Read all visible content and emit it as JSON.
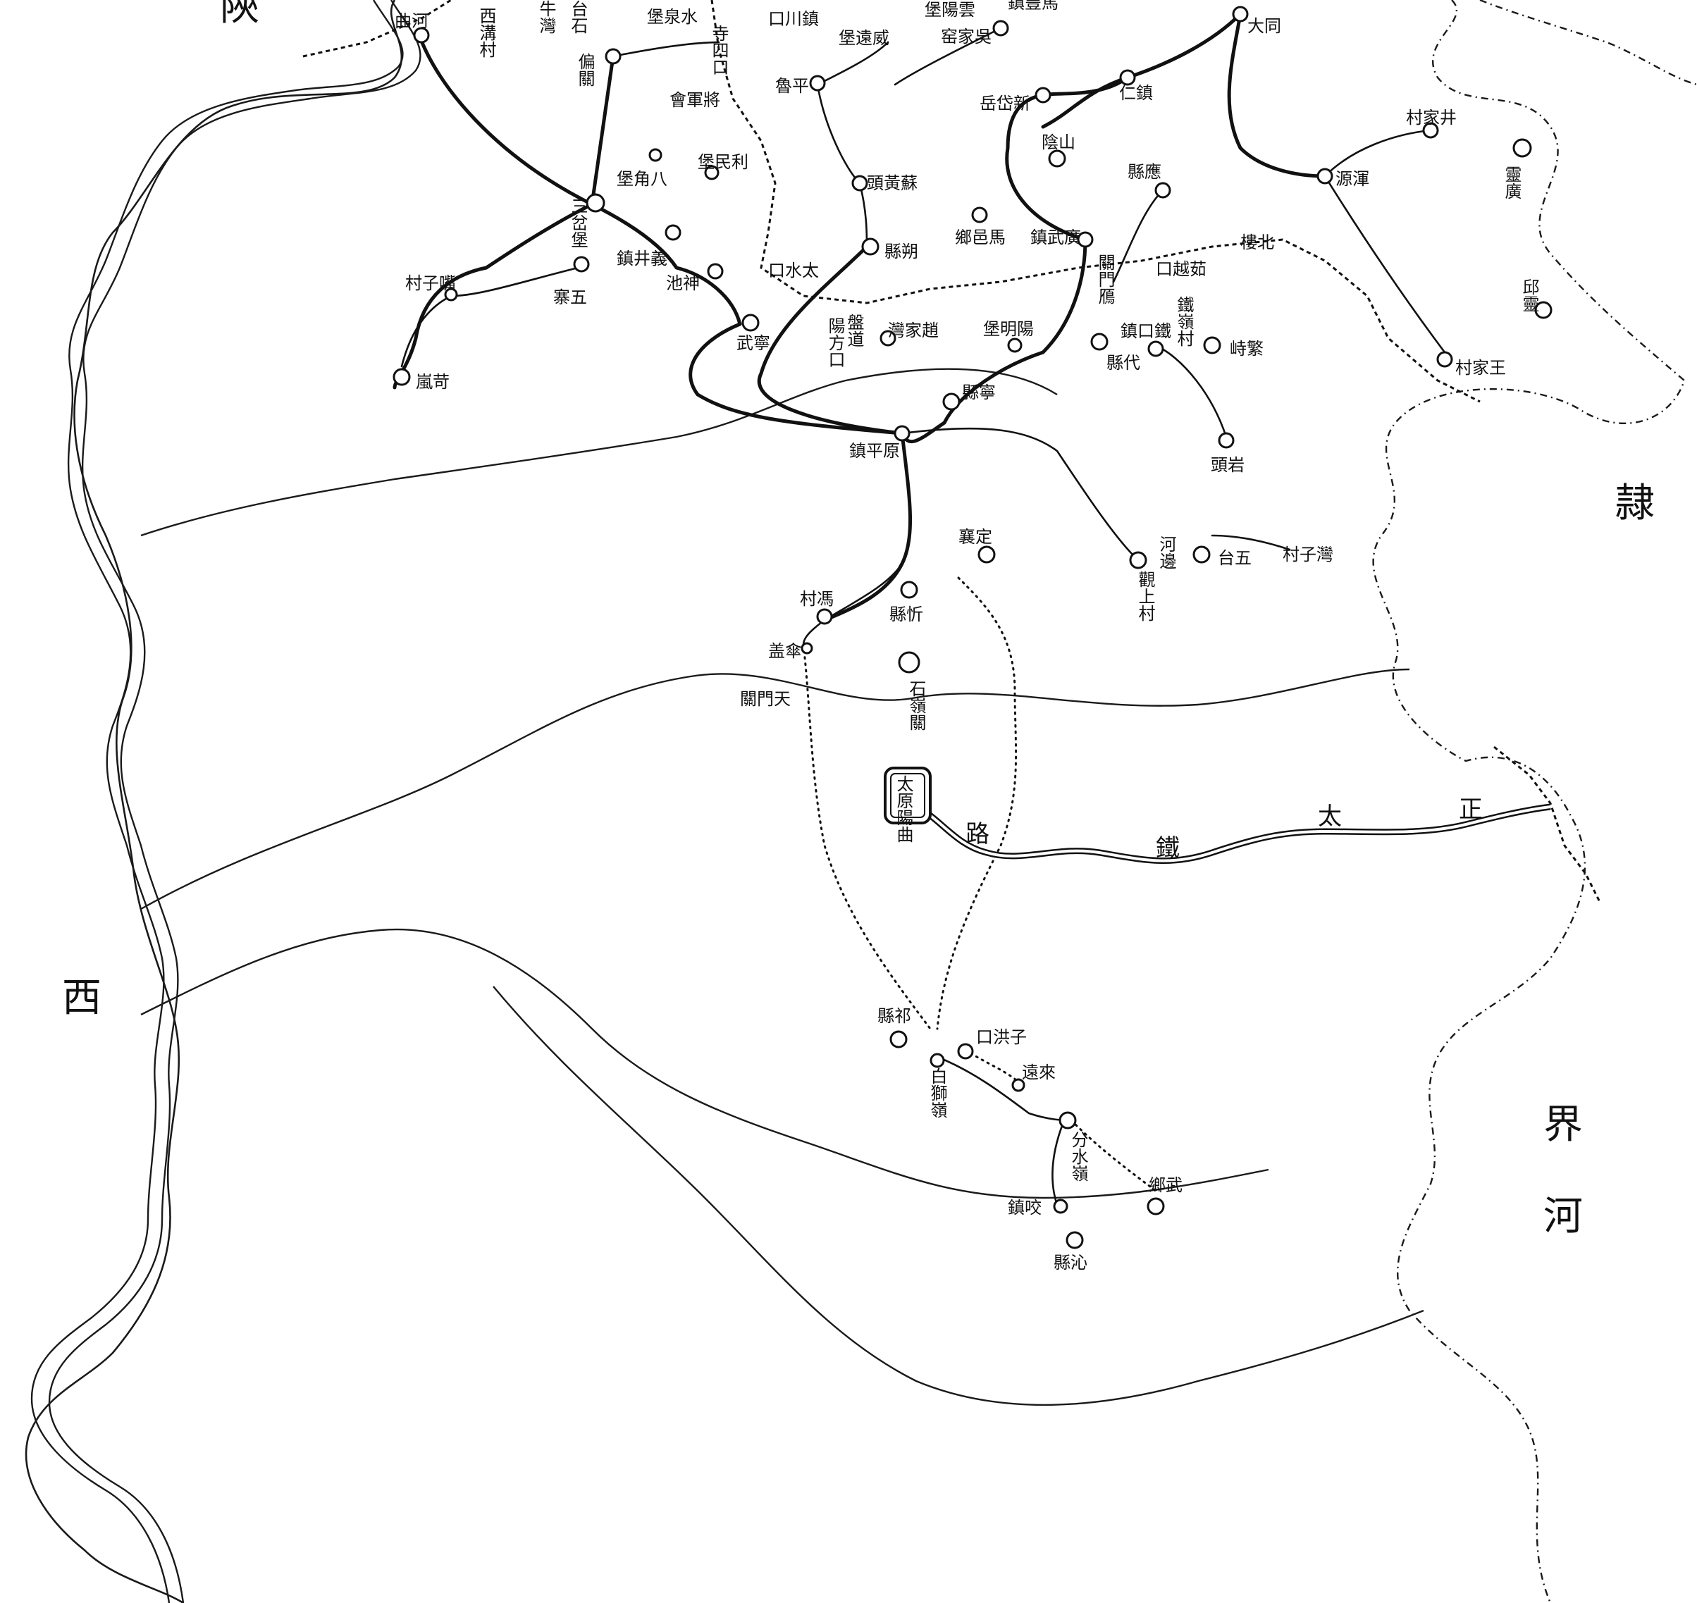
{
  "regions": {
    "west": "西",
    "top_left": "陝",
    "hebei_1": "隷",
    "hebei_2": "界",
    "hebei_3": "河"
  },
  "railway": {
    "chars": [
      "正",
      "太",
      "鐵",
      "路"
    ]
  },
  "places": {
    "datong": "大同",
    "hunyuan": "源渾",
    "yingxian": "縣應",
    "renzhen": "仁鎮",
    "daixinyue": "岳岱新",
    "yinshan": "陰山",
    "mayixiang": "鄉邑馬",
    "guangwu": "鎮武廣",
    "yanmenguan": "關門鴈",
    "ruyuekou": "口越茹",
    "beilou": "樓北",
    "fanshi": "峙繁",
    "tiekou": "鎮口鐵",
    "yanzhen": "鐵嶺村",
    "daixian": "縣代",
    "yangming": "堡明陽",
    "ningwu_xian": "縣寧",
    "yuanping": "鎮平原",
    "yantou": "頭岩",
    "wangjia": "村家王",
    "jingjia": "村家井",
    "guangling": "靈廣",
    "lingqiu": "邱靈",
    "hebian": "河邊",
    "guanshang": "觀上村",
    "wutai": "台五",
    "wanzi": "村子灣",
    "dingxiang": "襄定",
    "xinxian": "縣忻",
    "fengcun": "村馮",
    "gaiqiao": "盖傘",
    "tianmenguan": "關門天",
    "shilingguan": "石嶺關",
    "taiyuan": "太原陽曲",
    "qixian": "縣祁",
    "zihongkou": "口洪子",
    "lailai": "遠來",
    "baishiling": "白獅嶺",
    "fenshuiling": "分水嶺",
    "wuxiang": "鄉武",
    "jiaozhen": "鎮咬",
    "qinxian": "縣沁",
    "suohuangtou": "頭黃蘇",
    "shuoxian": "縣朔",
    "zhaojiawan": "灣家趙",
    "panpaodao": "盤道",
    "yangfang": "陽方口",
    "ningwu": "武寧",
    "shenchi": "池神",
    "taishuikou": "口水太",
    "yijing": "鎮井義",
    "limin": "堡民利",
    "bajiao": "堡角八",
    "sancha": "三岔堡",
    "wuzhai": "寨五",
    "zuizicun": "村子嘴",
    "lanxian": "嵐苛",
    "hequ": "曲河",
    "xigou": "西溝村",
    "pianguan": "偏關",
    "shuiquan": "堡泉水",
    "jiangjunhui": "會軍將",
    "lupingg": "魯平",
    "weiyuan": "堡遠威",
    "kouchuan": "口川鎮",
    "siwukou": "寺四口",
    "wujiayao": "窑家吳",
    "yunyang": "堡陽雲",
    "shitai": "台石",
    "niuwan": "牛灣",
    "fengzhen": "鎮豐馬"
  }
}
